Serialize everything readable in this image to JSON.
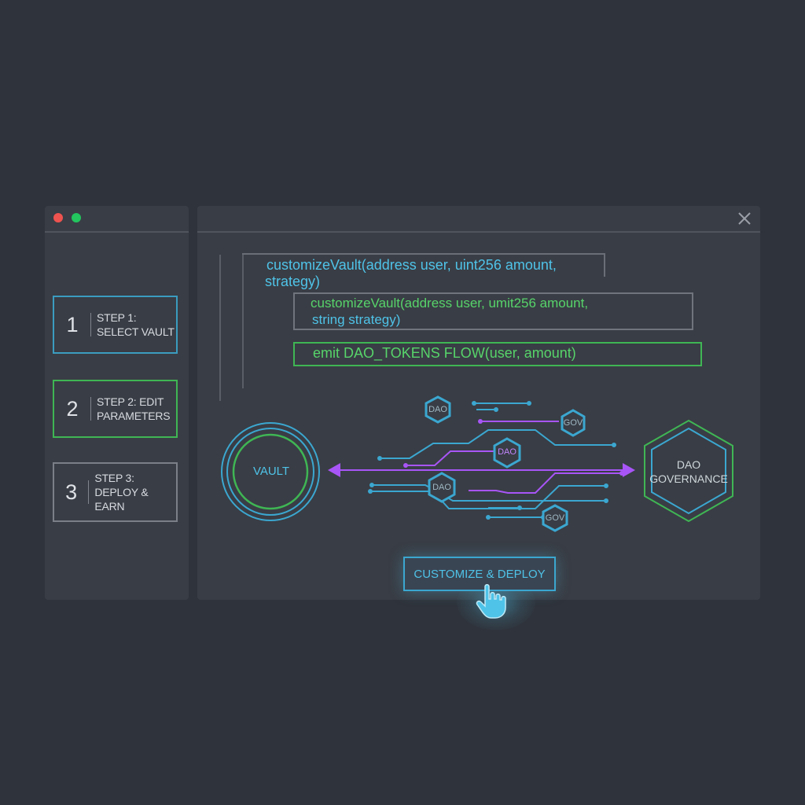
{
  "steps": [
    {
      "number": "1",
      "line1": "STEP 1:",
      "line2": "SELECT VAULT"
    },
    {
      "number": "2",
      "line1": "STEP 2: EDIT",
      "line2": "PARAMETERS"
    },
    {
      "number": "3",
      "line1": "STEP 3:",
      "line2": "DEPLOY & EARN"
    }
  ],
  "code": {
    "line1": "customizeVault(address user, uint256 amount,",
    "line2": "strategy)",
    "line3": "customizeVault(address user, umit256 amount,",
    "line4": "string  strategy)",
    "line5": "emit DAO_TOKENS FLOW(user, amount)"
  },
  "diagram": {
    "vault_label": "VAULT",
    "governance_line1": "DAO",
    "governance_line2": "GOVERNANCE",
    "nodes": [
      "DAO",
      "GOV",
      "DAO",
      "DAO",
      "GOV"
    ]
  },
  "deploy_button": "CUSTOMIZE & DEPLOY",
  "colors": {
    "cyan": "#4fc3e8",
    "green": "#3fb654",
    "purple": "#a855f7",
    "background": "#2f333b",
    "panel": "#393d45"
  }
}
